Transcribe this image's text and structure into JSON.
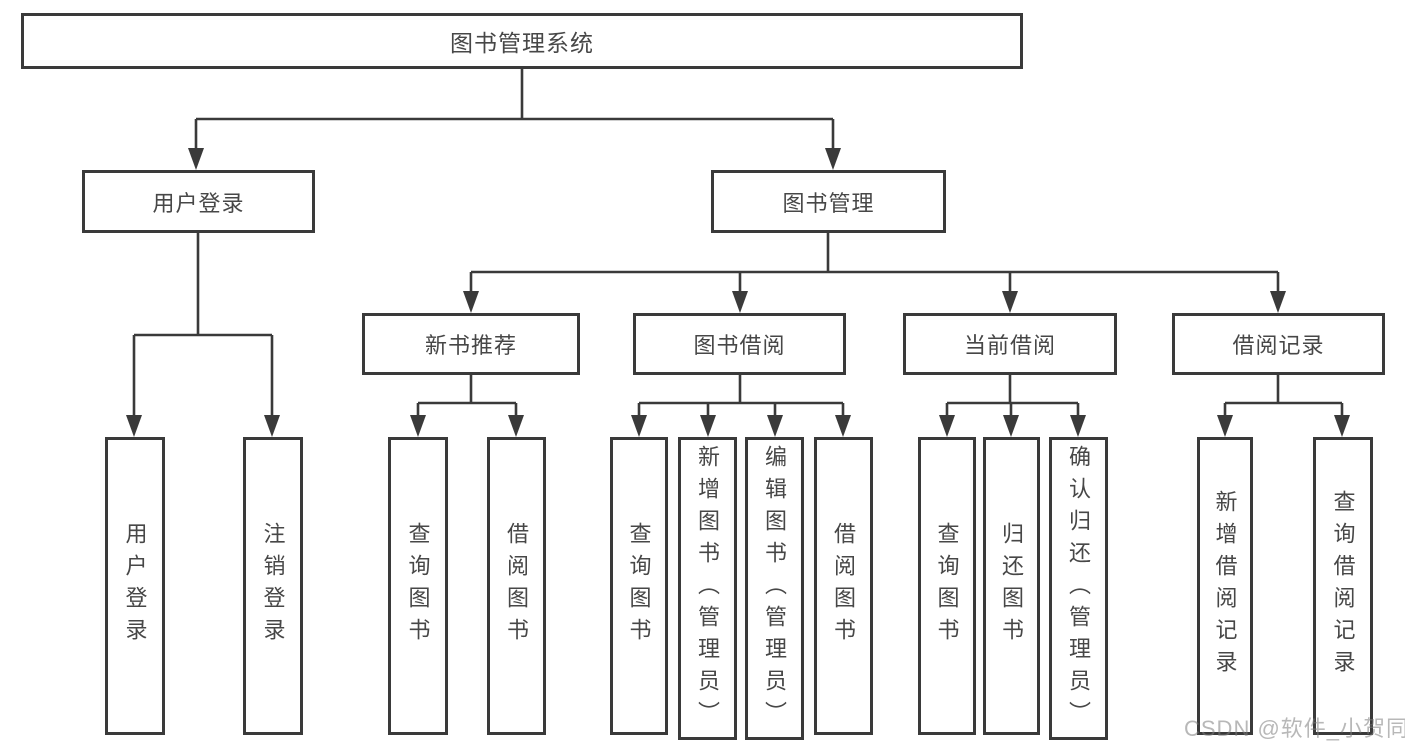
{
  "colors": {
    "line": "#3a3a3a",
    "box_border": "#3a3a3a",
    "text": "#474747",
    "watermark": "#a9a9a9",
    "background": "#ffffff"
  },
  "tree": {
    "root": {
      "label": "图书管理系统",
      "children": [
        {
          "label": "用户登录",
          "children": [
            {
              "label": "用户登录"
            },
            {
              "label": "注销登录"
            }
          ]
        },
        {
          "label": "图书管理",
          "children": [
            {
              "label": "新书推荐",
              "children": [
                {
                  "label": "查询图书"
                },
                {
                  "label": "借阅图书"
                }
              ]
            },
            {
              "label": "图书借阅",
              "children": [
                {
                  "label": "查询图书"
                },
                {
                  "label": "新增图书（管理员）"
                },
                {
                  "label": "编辑图书（管理员）"
                },
                {
                  "label": "借阅图书"
                }
              ]
            },
            {
              "label": "当前借阅",
              "children": [
                {
                  "label": "查询图书"
                },
                {
                  "label": "归还图书"
                },
                {
                  "label": "确认归还（管理员）"
                }
              ]
            },
            {
              "label": "借阅记录",
              "children": [
                {
                  "label": "新增借阅记录"
                },
                {
                  "label": "查询借阅记录"
                }
              ]
            }
          ]
        }
      ]
    }
  },
  "watermark": {
    "text": "CSDN @软件_小贺同学"
  }
}
